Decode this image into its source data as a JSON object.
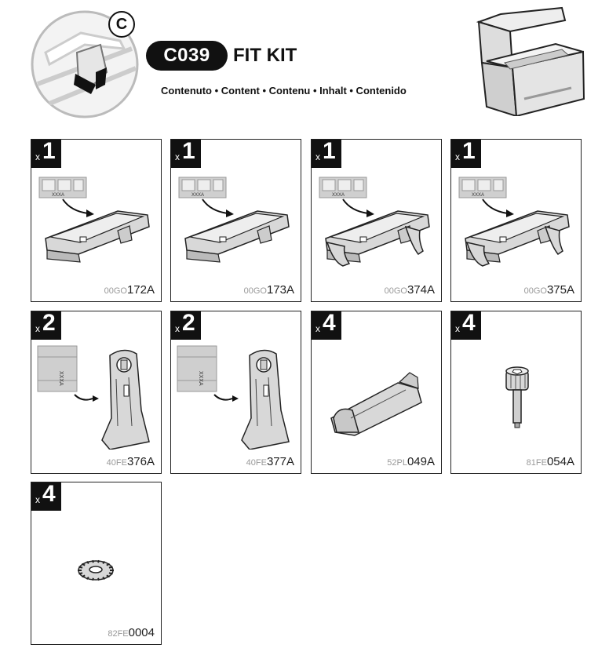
{
  "header": {
    "kit_code": "C039",
    "kit_title": "FIT KIT",
    "contents_line": "Contenuto • Content • Contenu • Inhalt • Contenido",
    "logo_letter": "C",
    "box_label": "Roof rack kit box"
  },
  "parts": [
    {
      "qty_prefix": "x",
      "qty": "1",
      "code_prefix": "00GO",
      "code": "172A",
      "illustration": "pad-flat-icon"
    },
    {
      "qty_prefix": "x",
      "qty": "1",
      "code_prefix": "00GO",
      "code": "173A",
      "illustration": "pad-flat-icon"
    },
    {
      "qty_prefix": "x",
      "qty": "1",
      "code_prefix": "00GO",
      "code": "374A",
      "illustration": "pad-curved-icon"
    },
    {
      "qty_prefix": "x",
      "qty": "1",
      "code_prefix": "00GO",
      "code": "375A",
      "illustration": "pad-curved-icon"
    },
    {
      "qty_prefix": "x",
      "qty": "2",
      "code_prefix": "40FE",
      "code": "376A",
      "illustration": "bracket-icon"
    },
    {
      "qty_prefix": "x",
      "qty": "2",
      "code_prefix": "40FE",
      "code": "377A",
      "illustration": "bracket-icon"
    },
    {
      "qty_prefix": "x",
      "qty": "4",
      "code_prefix": "52PL",
      "code": "049A",
      "illustration": "clip-icon"
    },
    {
      "qty_prefix": "x",
      "qty": "4",
      "code_prefix": "81FE",
      "code": "054A",
      "illustration": "screw-icon"
    },
    {
      "qty_prefix": "x",
      "qty": "4",
      "code_prefix": "82FE",
      "code": "0004",
      "illustration": "washer-icon"
    }
  ],
  "callout_labels": [
    "XXXA",
    "XXXA",
    "XXXA",
    "XXXA",
    "XXXA",
    "XXXA"
  ],
  "colors": {
    "ink": "#111111",
    "part_fill": "#cfcfcf",
    "badge": "#111111"
  }
}
